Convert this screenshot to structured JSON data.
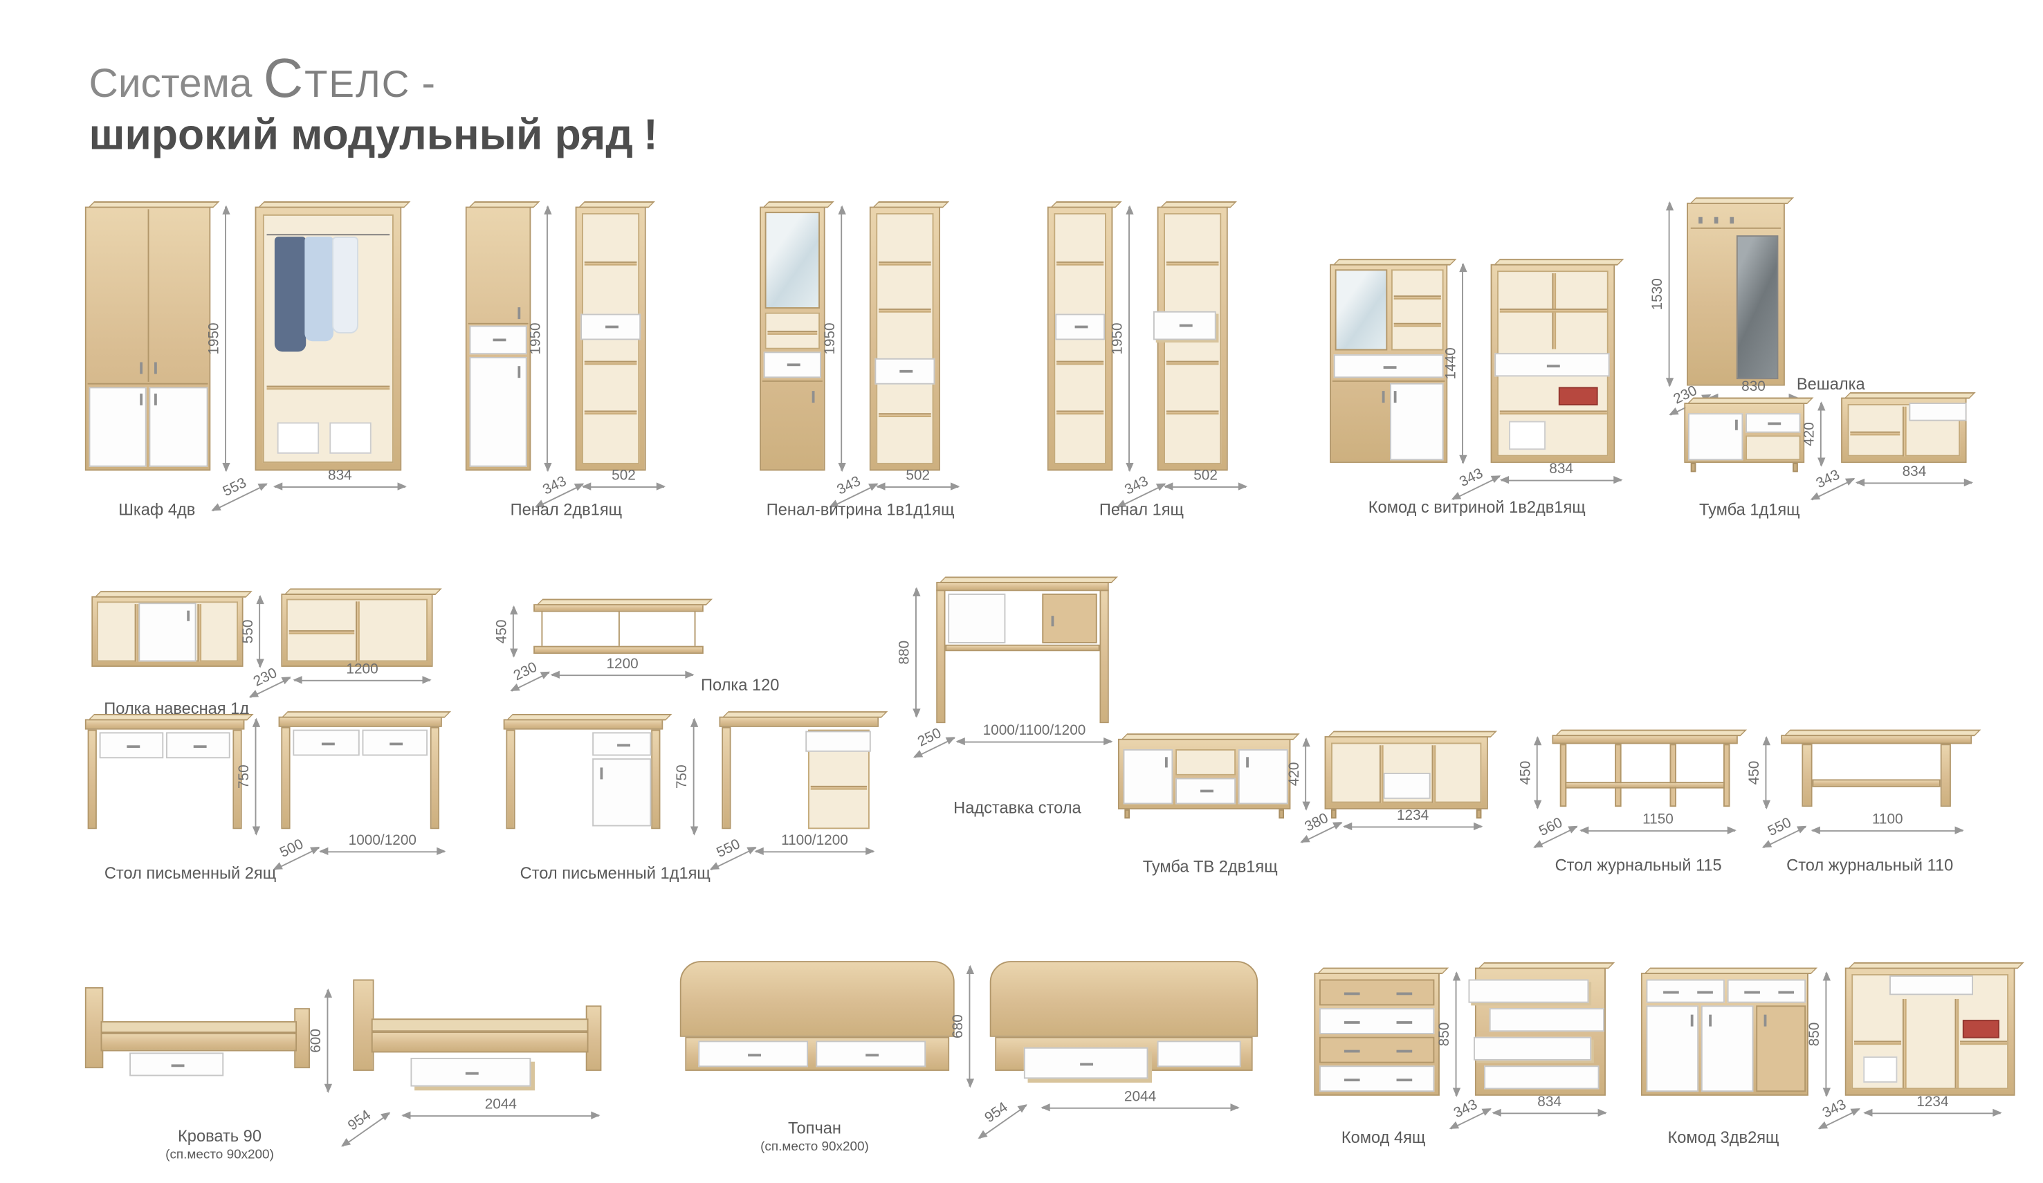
{
  "page": {
    "title_prefix": "Система",
    "title_brand": "Стелс",
    "title_dash": "-",
    "title_line2": "широкий модульный ряд",
    "title_exclaim": "!"
  },
  "items": {
    "shkaf4dv": {
      "label": "Шкаф 4дв",
      "h": "1950",
      "d": "553",
      "w": "834"
    },
    "penal2dv1": {
      "label": "Пенал 2дв1ящ",
      "h": "1950",
      "d": "343",
      "w": "502"
    },
    "penalvit": {
      "label": "Пенал-витрина 1в1д1ящ",
      "h": "1950",
      "d": "343",
      "w": "502"
    },
    "penal1": {
      "label": "Пенал 1ящ",
      "h": "1950",
      "d": "343",
      "w": "502"
    },
    "komodvit": {
      "label": "Комод с витриной 1в2дв1ящ",
      "h": "1440",
      "d": "343",
      "w": "834"
    },
    "veshalka": {
      "label": "Вешалка",
      "h": "1530",
      "d": "230",
      "w": "830"
    },
    "tumba1d1": {
      "label": "Тумба 1д1ящ",
      "h": "420",
      "d": "343",
      "w": "834"
    },
    "polkanav": {
      "label": "Полка навесная 1д",
      "h": "550",
      "d": "230",
      "w": "1200"
    },
    "polka120": {
      "label": "Полка 120",
      "h": "450",
      "d": "230",
      "w": "1200"
    },
    "nadstavka": {
      "label": "Надставка стола",
      "h": "880",
      "d": "250",
      "w": "1000/1100/1200"
    },
    "stol2ya": {
      "label": "Стол письменный 2ящ",
      "h": "750",
      "d": "500",
      "w": "1000/1200"
    },
    "stol1d1ya": {
      "label": "Стол письменный 1д1ящ",
      "h": "750",
      "d": "550",
      "w": "1100/1200"
    },
    "tumbatv": {
      "label": "Тумба ТВ 2дв1ящ",
      "h": "420",
      "d": "380",
      "w": "1234"
    },
    "stolzh115": {
      "label": "Стол журнальный 115",
      "h": "450",
      "d": "560",
      "w": "1150"
    },
    "stolzh110": {
      "label": "Стол журнальный 110",
      "h": "450",
      "d": "550",
      "w": "1100"
    },
    "krovat90": {
      "label": "Кровать 90",
      "sub": "(сп.место 90x200)",
      "h": "600",
      "d": "954",
      "w": "2044"
    },
    "topchan": {
      "label": "Топчан",
      "sub": "(сп.место 90x200)",
      "h": "680",
      "d": "954",
      "w": "2044"
    },
    "komod4ya": {
      "label": "Комод 4ящ",
      "h": "850",
      "d": "343",
      "w": "834"
    },
    "komod3dv2ya": {
      "label": "Комод 3дв2ящ",
      "h": "850",
      "d": "343",
      "w": "1234"
    }
  }
}
